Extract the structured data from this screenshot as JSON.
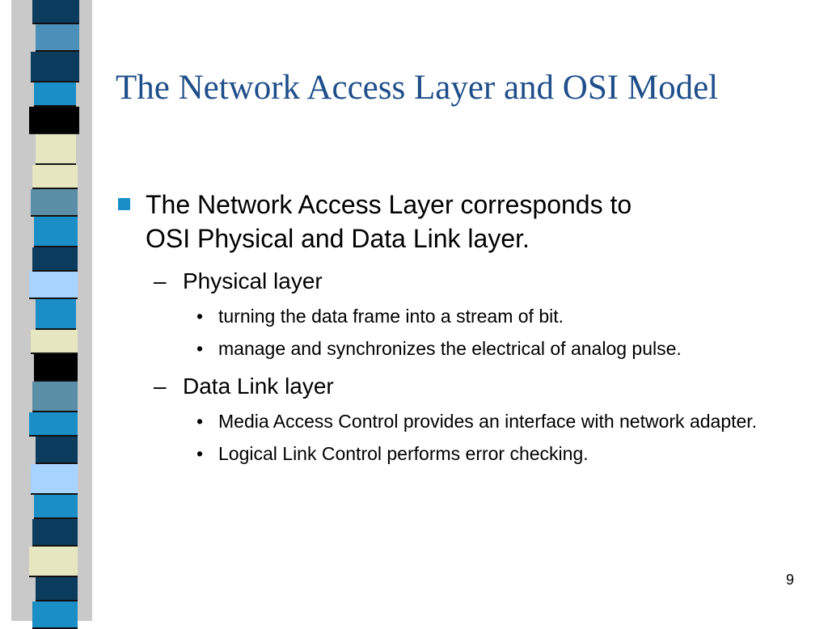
{
  "slide": {
    "title": "The Network Access Layer and OSI Model",
    "page_number": "9",
    "stripe_colors": [
      "#0b3c5d",
      "#4a90b8",
      "#1a8fc7",
      "#e6e6c0",
      "#2f7fd6",
      "#a6d3ff",
      "#000000",
      "#5b8fa8"
    ],
    "bullet_color": "#1a8fc7",
    "title_color": "#1f4e8a",
    "main_point": {
      "text_line1": "The Network Access Layer corresponds to",
      "text_line2": "OSI Physical and Data Link layer."
    },
    "sub_points": [
      {
        "label": "Physical layer",
        "items": [
          "turning the data frame into a stream of bit.",
          "manage and synchronizes the electrical of analog pulse."
        ]
      },
      {
        "label": "Data Link layer",
        "items": [
          "Media Access Control provides an interface with network adapter.",
          "Logical Link Control performs error checking."
        ]
      }
    ]
  }
}
